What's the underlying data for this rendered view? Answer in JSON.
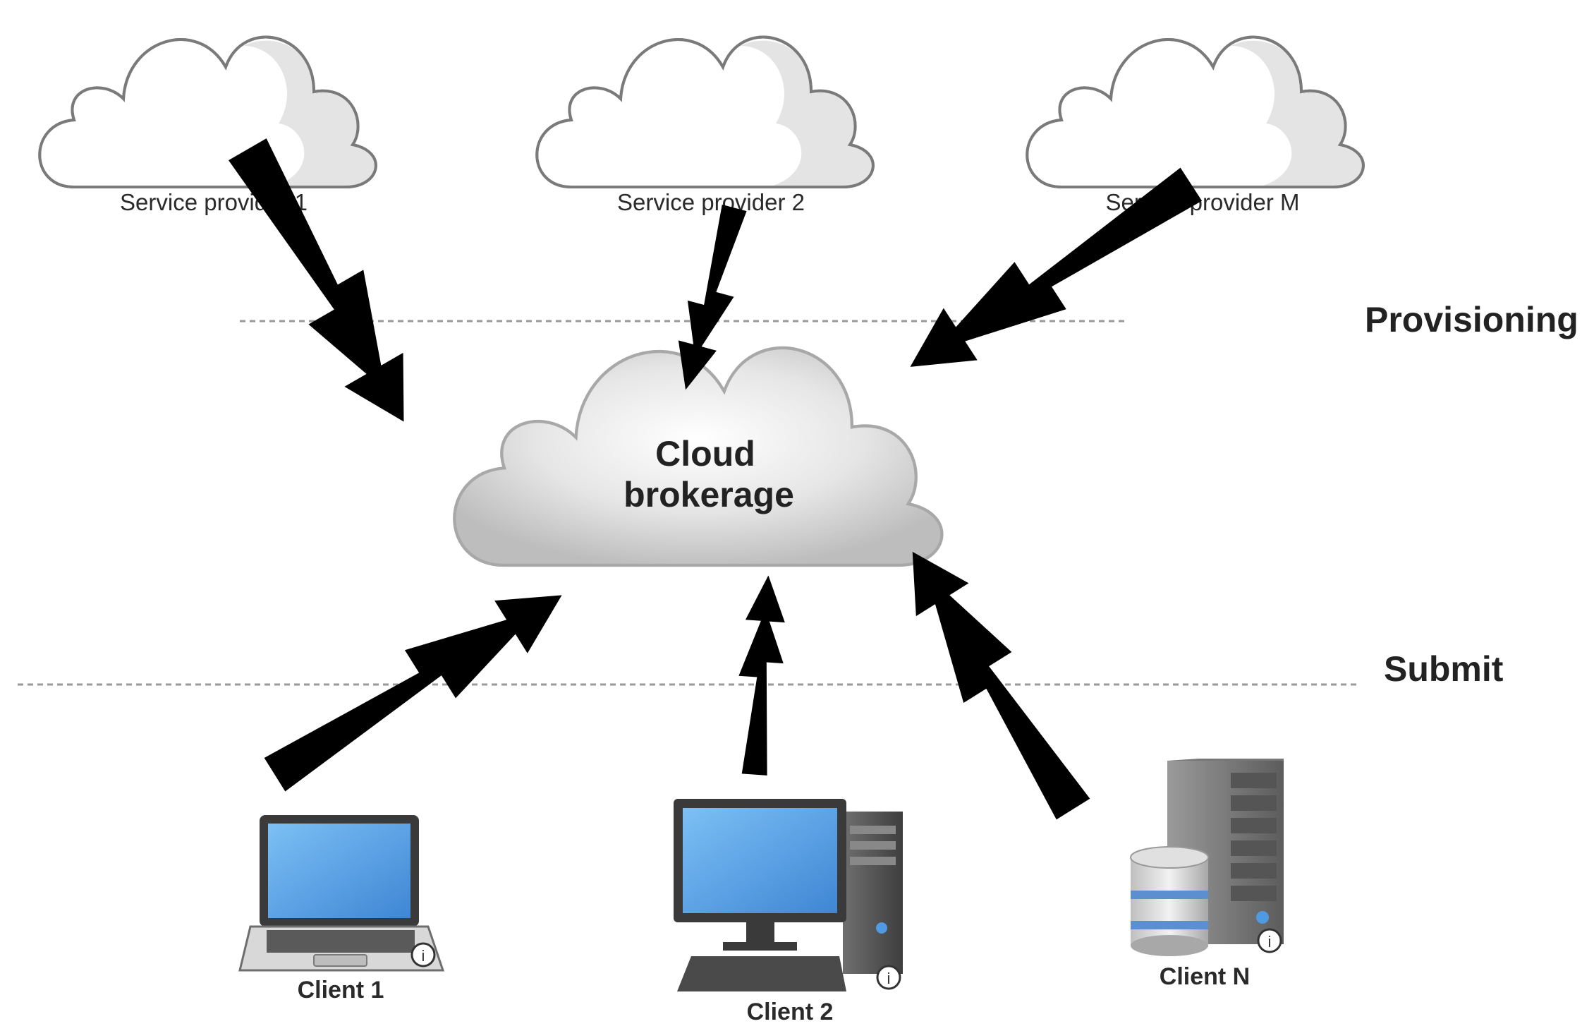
{
  "providers": [
    {
      "label": "Service provider 1"
    },
    {
      "label": "Service provider 2"
    },
    {
      "label": "Service provider M"
    }
  ],
  "broker": {
    "line1": "Cloud",
    "line2": "brokerage"
  },
  "zones": {
    "provisioning": "Provisioning",
    "submit": "Submit"
  },
  "clients": [
    {
      "label": "Client 1",
      "device": "laptop-icon"
    },
    {
      "label": "Client 2",
      "device": "desktop-computer-icon"
    },
    {
      "label": "Client N",
      "device": "server-database-icon"
    }
  ],
  "colors": {
    "provider_cloud_fill": "#ffffff",
    "provider_cloud_shade": "#e4e4e4",
    "broker_cloud_fill": "#d9d9d9",
    "bolt": "#000000",
    "screen": "#4f9ae0",
    "dashed_line": "#9a9a9a"
  }
}
